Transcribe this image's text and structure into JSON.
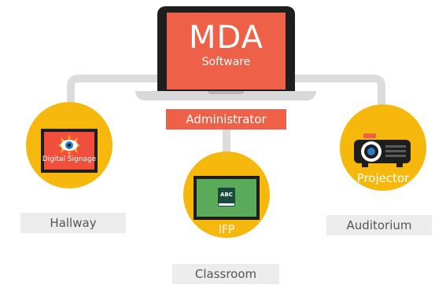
{
  "software": {
    "title": "MDA",
    "subtitle": "Software"
  },
  "administrator": {
    "label": "Administrator"
  },
  "devices": {
    "hallway": {
      "screen_text": "Digital Signage",
      "location": "Hallway"
    },
    "classroom": {
      "book_text": "ABC",
      "device": "IFP",
      "location": "Classroom"
    },
    "auditorium": {
      "device": "Projector",
      "location": "Auditorium"
    }
  },
  "colors": {
    "accent_red": "#ef6049",
    "circle_yellow": "#f6b80c",
    "connector_gray": "#dcdcdc",
    "dark_frame": "#1e1e1e",
    "label_bg": "#ececec",
    "label_text": "#555555"
  }
}
